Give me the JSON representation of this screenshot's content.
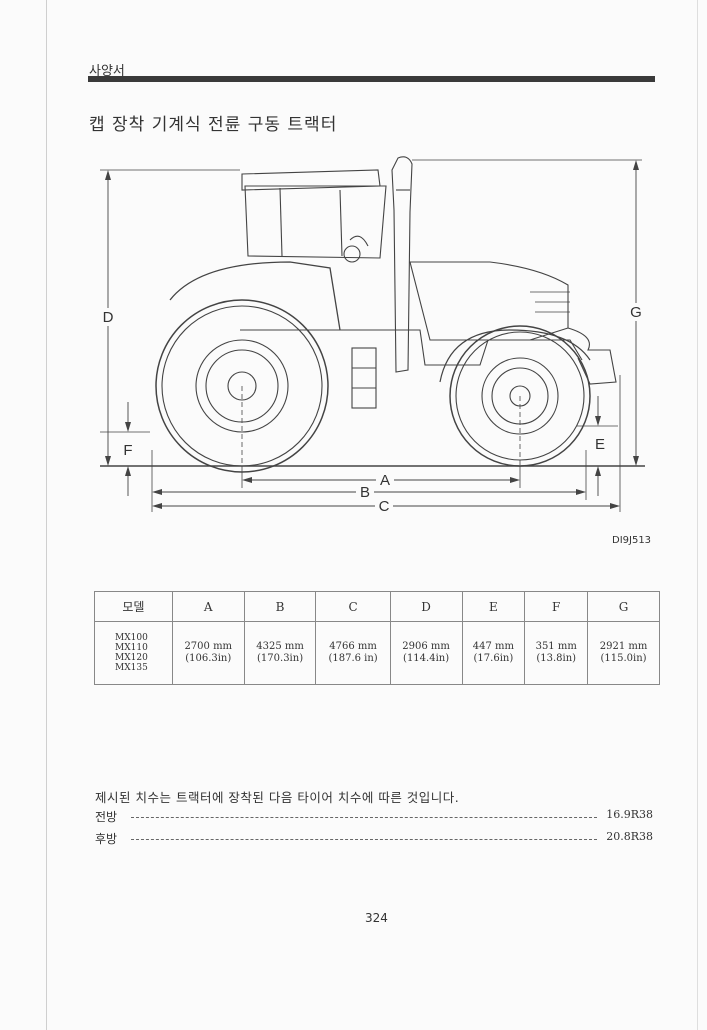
{
  "header": {
    "section": "사양서",
    "title": "캡 장착 기계식 전륜 구동 트랙터"
  },
  "figure": {
    "code": "DI9J513",
    "labels": {
      "A": "A",
      "B": "B",
      "C": "C",
      "D": "D",
      "E": "E",
      "F": "F",
      "G": "G"
    }
  },
  "table": {
    "headers": [
      "모델",
      "A",
      "B",
      "C",
      "D",
      "E",
      "F",
      "G"
    ],
    "models": [
      "MX100",
      "MX110",
      "MX120",
      "MX135"
    ],
    "cells": [
      {
        "mm": "2700 mm",
        "in": "(106.3in)"
      },
      {
        "mm": "4325 mm",
        "in": "(170.3in)"
      },
      {
        "mm": "4766 mm",
        "in": "(187.6 in)"
      },
      {
        "mm": "2906 mm",
        "in": "(114.4in)"
      },
      {
        "mm": "447 mm",
        "in": "(17.6in)"
      },
      {
        "mm": "351 mm",
        "in": "(13.8in)"
      },
      {
        "mm": "2921 mm",
        "in": "(115.0in)"
      }
    ]
  },
  "note": "제시된 치수는 트랙터에 장착된 다음 타이어 치수에 따른 것입니다.",
  "tires": [
    {
      "label": "전방",
      "value": "16.9R38"
    },
    {
      "label": "후방",
      "value": "20.8R38"
    }
  ],
  "page_number": "324"
}
